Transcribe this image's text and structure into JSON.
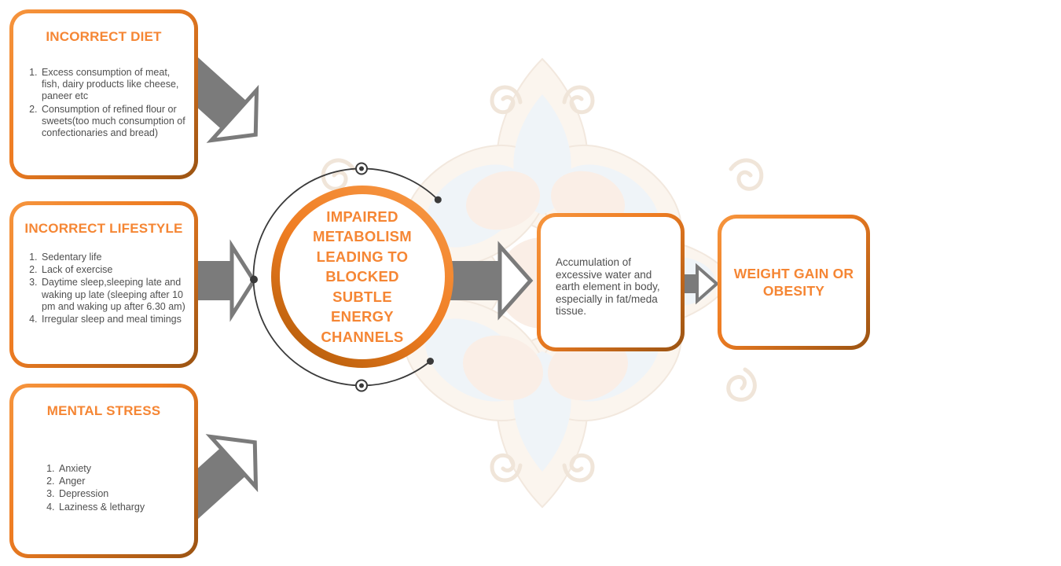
{
  "palette": {
    "accent_orange": "#F58634",
    "border_gradient_start": "#F6953E",
    "border_gradient_end": "#9A5312",
    "arrow_gray": "#7B7B7B",
    "text_gray": "#4F4F4F",
    "connector_dark": "#3A3A3A"
  },
  "cause_boxes": [
    {
      "title": "INCORRECT DIET",
      "items": [
        "Excess consumption of meat, fish, dairy products like cheese, paneer etc",
        "Consumption of refined flour or sweets(too much consumption of confectionaries and bread)"
      ]
    },
    {
      "title": "INCORRECT LIFESTYLE",
      "items": [
        "Sedentary life",
        "Lack of exercise",
        "Daytime sleep,sleeping late and waking up late (sleeping after 10 pm and waking up after 6.30 am)",
        "Irregular sleep and meal timings"
      ]
    },
    {
      "title": "MENTAL STRESS",
      "items": [
        "Anxiety",
        "Anger",
        "Depression",
        "Laziness & lethargy"
      ]
    }
  ],
  "center_circle": {
    "text": "IMPAIRED METABOLISM LEADING TO BLOCKED SUBTLE ENERGY CHANNELS",
    "lines": [
      "IMPAIRED",
      "METABOLISM",
      "LEADING TO",
      "BLOCKED",
      "SUBTLE",
      "ENERGY",
      "CHANNELS"
    ]
  },
  "effect_box": {
    "text": "Accumulation of excessive water and earth element in body, especially in fat/meda tissue."
  },
  "result_box": {
    "title": "WEIGHT GAIN OR OBESITY"
  },
  "icons": {
    "flow_arrows": [
      "arrow-diet-to-circle",
      "arrow-lifestyle-to-circle",
      "arrow-stress-to-circle",
      "arrow-circle-to-effect",
      "arrow-effect-to-result"
    ],
    "background": "lotus-mandala-watermark"
  }
}
